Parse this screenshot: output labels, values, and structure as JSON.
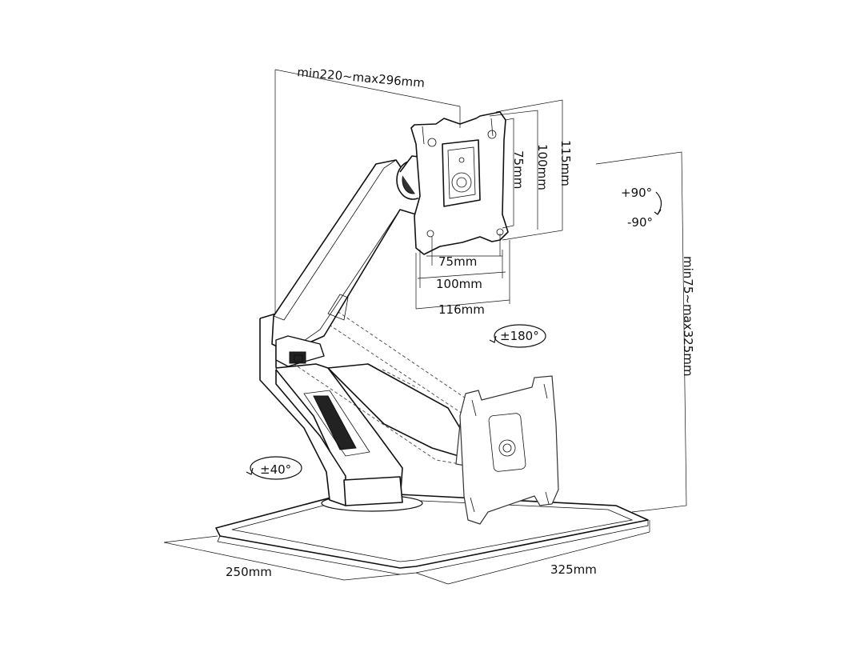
{
  "labels": {
    "arm_reach": "min220~max296mm",
    "vesa_height_115": "115mm",
    "vesa_height_100": "100mm",
    "vesa_height_75": "75mm",
    "vesa_width_75": "75mm",
    "vesa_width_100": "100mm",
    "vesa_width_116": "116mm",
    "tilt_up": "+90°",
    "tilt_down": "-90°",
    "height_range": "min75~max325mm",
    "rotation_plate": "±180°",
    "rotation_base": "±40°",
    "base_depth": "250mm",
    "base_width": "325mm"
  },
  "icons": {
    "rotation": "rotation-arrow-icon"
  }
}
